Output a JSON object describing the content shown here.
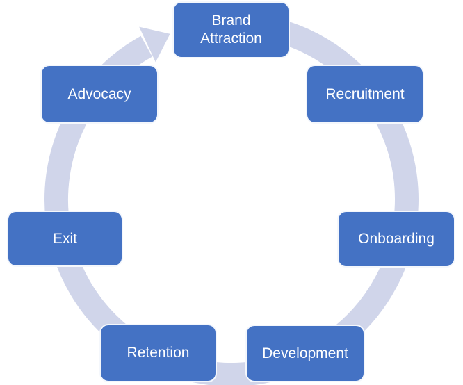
{
  "diagram": {
    "type": "cycle",
    "direction": "clockwise",
    "nodes": [
      {
        "label": "Brand Attraction"
      },
      {
        "label": "Recruitment"
      },
      {
        "label": "Onboarding"
      },
      {
        "label": "Development"
      },
      {
        "label": "Retention"
      },
      {
        "label": "Exit"
      },
      {
        "label": "Advocacy"
      }
    ],
    "colors": {
      "node_fill": "#4472C4",
      "node_border": "#F4F7FC",
      "node_text": "#FFFFFF",
      "cycle_arrow": "#D0D5EA",
      "background": "#FFFFFF"
    }
  }
}
